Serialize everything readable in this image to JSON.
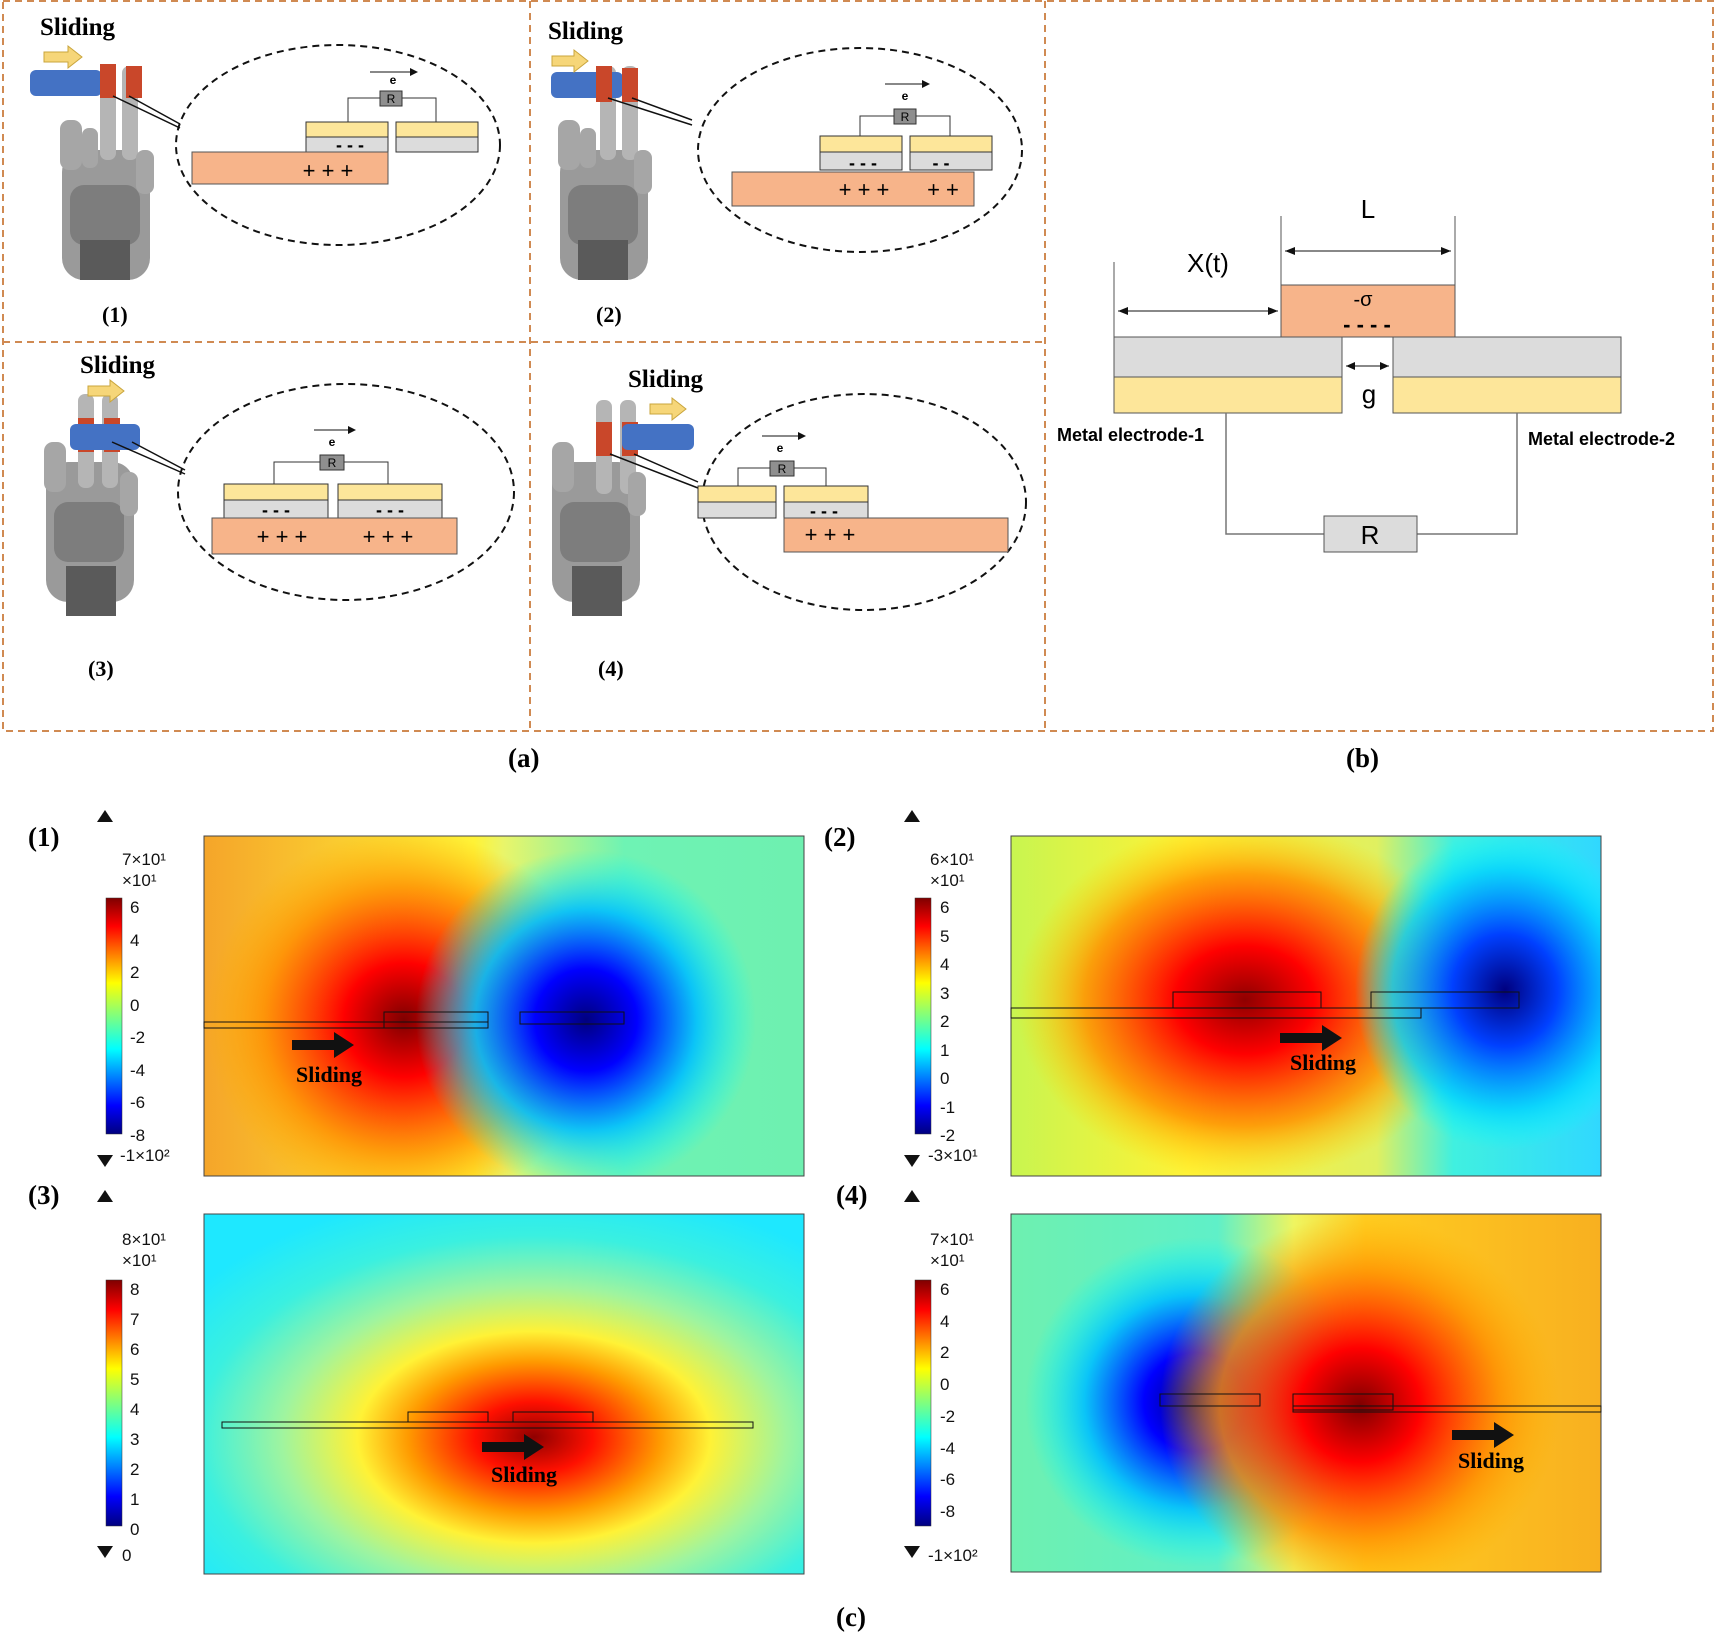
{
  "panel_labels": {
    "a": "(a)",
    "b": "(b)",
    "c": "(c)"
  },
  "panel_a": {
    "sliding_label": "Sliding",
    "resistor_label": "R",
    "electron_label": "e",
    "steps": [
      {
        "label": "(1)",
        "top_charges": [
          "- - -"
        ],
        "bottom_charges": [
          "+ + +"
        ]
      },
      {
        "label": "(2)",
        "top_charges": [
          "- - -",
          "- -"
        ],
        "bottom_charges": [
          "+ + +",
          "+ +"
        ]
      },
      {
        "label": "(3)",
        "top_charges": [
          "- - -",
          "- - -"
        ],
        "bottom_charges": [
          "+ + +",
          "+ + +"
        ]
      },
      {
        "label": "(4)",
        "top_charges": [
          "- - -"
        ],
        "bottom_charges": [
          "+ + +"
        ]
      }
    ]
  },
  "panel_b": {
    "length_label": "L",
    "displacement_label": "X(t)",
    "charge_density_label": "-σ",
    "charges": "- - - -",
    "gap_label": "g",
    "electrode_1_label": "Metal electrode-1",
    "electrode_2_label": "Metal electrode-2",
    "resistor_label": "R"
  },
  "panel_c": {
    "plots": [
      {
        "label": "(1)",
        "max_label": "7×10¹",
        "scale_label": "×10¹",
        "min_label": "-1×10²",
        "ticks": [
          "6",
          "4",
          "2",
          "0",
          "-2",
          "-4",
          "-6",
          "-8"
        ],
        "sliding_label": "Sliding"
      },
      {
        "label": "(2)",
        "max_label": "6×10¹",
        "scale_label": "×10¹",
        "min_label": "-3×10¹",
        "ticks": [
          "6",
          "5",
          "4",
          "3",
          "2",
          "1",
          "0",
          "-1",
          "-2"
        ],
        "sliding_label": "Sliding"
      },
      {
        "label": "(3)",
        "max_label": "8×10¹",
        "scale_label": "×10¹",
        "min_label": "0",
        "ticks": [
          "8",
          "7",
          "6",
          "5",
          "4",
          "3",
          "2",
          "1",
          "0"
        ],
        "sliding_label": "Sliding"
      },
      {
        "label": "(4)",
        "max_label": "7×10¹",
        "scale_label": "×10¹",
        "min_label": "-1×10²",
        "ticks": [
          "6",
          "4",
          "2",
          "0",
          "-2",
          "-4",
          "-6",
          "-8"
        ],
        "sliding_label": "Sliding"
      }
    ]
  },
  "colors": {
    "dash_border": "#d08a52",
    "triboelectric_layer": "#f7b48a",
    "electrode_yellow": "#fde69a",
    "electrode_gray": "#dcdcdc",
    "resistor_gray": "#8f8f8f",
    "slider_blue": "#4472c4",
    "finger_sensor": "#c9472a",
    "arrow_yellow": "#f6d679"
  }
}
